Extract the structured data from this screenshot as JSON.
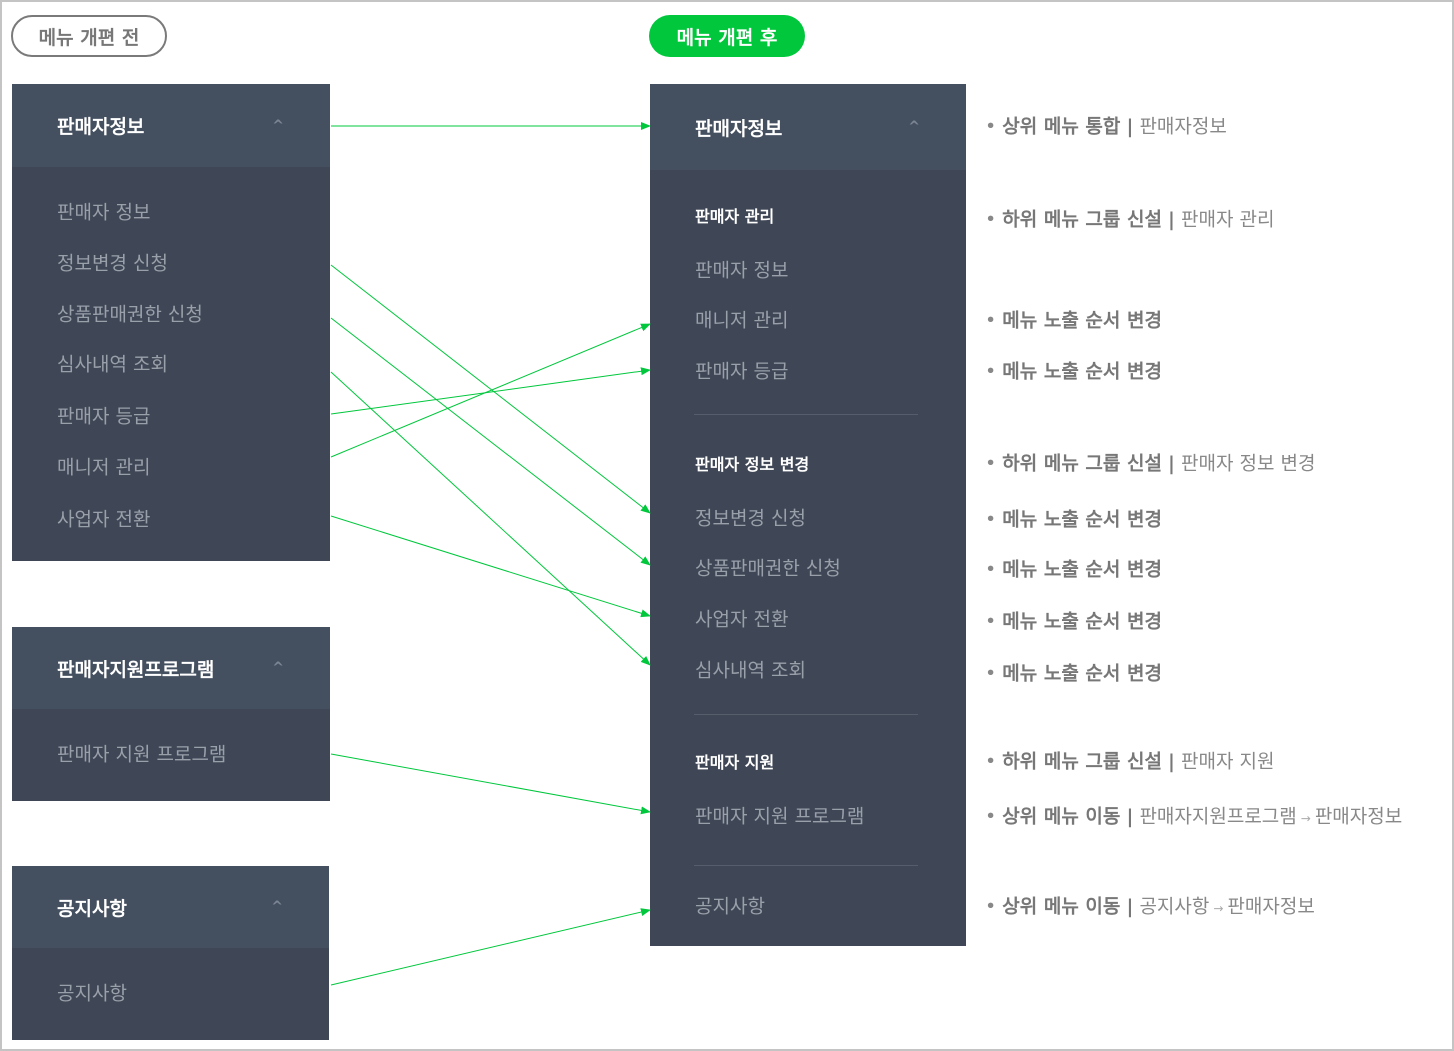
{
  "before_label": "메뉴 개편 전",
  "after_label": "메뉴 개편 후",
  "colors": {
    "accent": "#00c73c",
    "header": "#444f5f",
    "body": "#3f4655"
  },
  "before": [
    {
      "title": "판매자정보",
      "items": [
        "판매자 정보",
        "정보변경 신청",
        "상품판매권한 신청",
        "심사내역 조회",
        "판매자 등급",
        "매니저 관리",
        "사업자 전환"
      ]
    },
    {
      "title": "판매자지원프로그램",
      "items": [
        "판매자 지원 프로그램"
      ]
    },
    {
      "title": "공지사항",
      "items": [
        "공지사항"
      ]
    }
  ],
  "after": {
    "title": "판매자정보",
    "groups": [
      {
        "title": "판매자 관리",
        "items": [
          "판매자 정보",
          "매니저 관리",
          "판매자 등급"
        ]
      },
      {
        "title": "판매자 정보 변경",
        "items": [
          "정보변경 신청",
          "상품판매권한 신청",
          "사업자 전환",
          "심사내역 조회"
        ]
      },
      {
        "title": "판매자 지원",
        "items": [
          "판매자 지원 프로그램"
        ]
      }
    ],
    "last": "공지사항"
  },
  "notes": [
    {
      "bold": "상위 메뉴 통합",
      "sep": "|",
      "detail": "판매자정보"
    },
    {
      "bold": "하위 메뉴 그룹 신설",
      "sep": "|",
      "detail": "판매자 관리"
    },
    {
      "bold": "메뉴 노출 순서 변경"
    },
    {
      "bold": "메뉴 노출 순서 변경"
    },
    {
      "bold": "하위 메뉴 그룹 신설",
      "sep": "|",
      "detail": "판매자 정보 변경"
    },
    {
      "bold": "메뉴 노출 순서 변경"
    },
    {
      "bold": "메뉴 노출 순서 변경"
    },
    {
      "bold": "메뉴 노출 순서 변경"
    },
    {
      "bold": "메뉴 노출 순서 변경"
    },
    {
      "bold": "하위 메뉴 그룹 신설",
      "sep": "|",
      "detail": "판매자 지원"
    },
    {
      "bold": "상위 메뉴 이동",
      "sep": "|",
      "detail": "판매자지원프로그램",
      "arrow": "→",
      "target": "판매자정보"
    },
    {
      "bold": "상위 메뉴 이동",
      "sep": "|",
      "detail": "공지사항",
      "arrow": "→",
      "target": "판매자정보"
    }
  ],
  "bullet": "•",
  "chevron": "^"
}
